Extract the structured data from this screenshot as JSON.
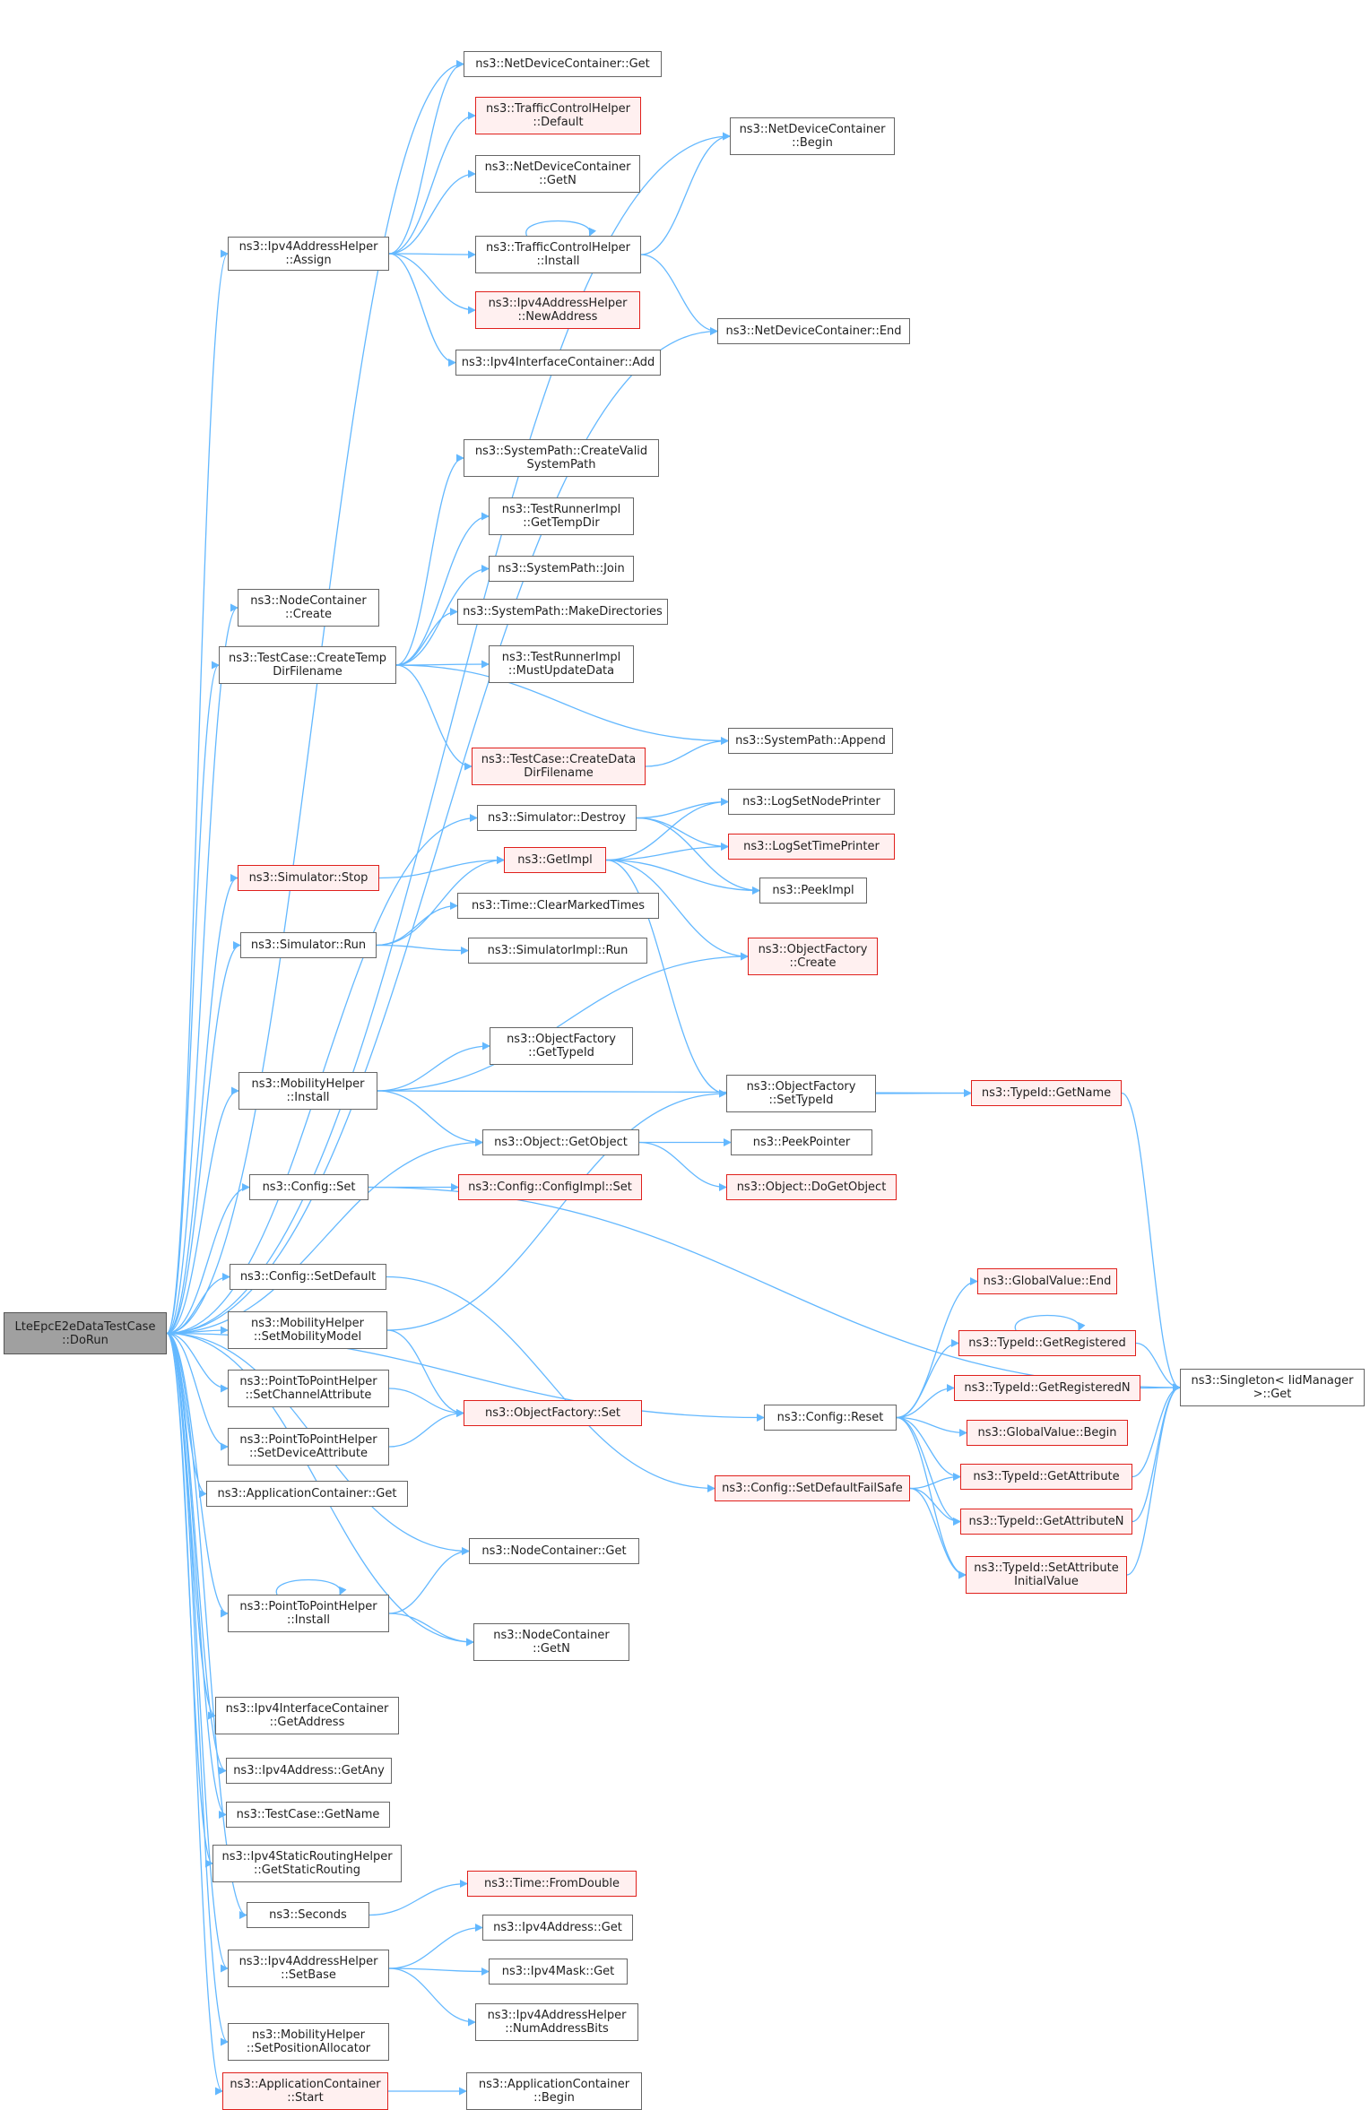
{
  "colors": {
    "edge": "#63b8ff",
    "border": "#666666",
    "red_border": "#e0201c",
    "red_fill": "#fff0f0",
    "root_fill": "#a0a0a0"
  },
  "nodes": [
    {
      "id": "root",
      "label": [
        "LteEpcE2eDataTestCase",
        "::DoRun"
      ],
      "style": "root"
    },
    {
      "id": "ipv4ah_assign",
      "label": [
        "ns3::Ipv4AddressHelper",
        "::Assign"
      ]
    },
    {
      "id": "ndc_get",
      "label": [
        "ns3::NetDeviceContainer::Get"
      ]
    },
    {
      "id": "tch_default",
      "label": [
        "ns3::TrafficControlHelper",
        "::Default"
      ],
      "style": "red"
    },
    {
      "id": "ndc_getn",
      "label": [
        "ns3::NetDeviceContainer",
        "::GetN"
      ]
    },
    {
      "id": "tch_install",
      "label": [
        "ns3::TrafficControlHelper",
        "::Install"
      ]
    },
    {
      "id": "ipv4ah_newaddress",
      "label": [
        "ns3::Ipv4AddressHelper",
        "::NewAddress"
      ],
      "style": "red"
    },
    {
      "id": "ipv4ic_add",
      "label": [
        "ns3::Ipv4InterfaceContainer::Add"
      ]
    },
    {
      "id": "ndc_begin",
      "label": [
        "ns3::NetDeviceContainer",
        "::Begin"
      ]
    },
    {
      "id": "ndc_end",
      "label": [
        "ns3::NetDeviceContainer::End"
      ]
    },
    {
      "id": "nc_create",
      "label": [
        "ns3::NodeContainer",
        "::Create"
      ]
    },
    {
      "id": "tc_createtemp",
      "label": [
        "ns3::TestCase::CreateTemp",
        "DirFilename"
      ]
    },
    {
      "id": "sp_createvalid",
      "label": [
        "ns3::SystemPath::CreateValid",
        "SystemPath"
      ]
    },
    {
      "id": "tri_gettempdir",
      "label": [
        "ns3::TestRunnerImpl",
        "::GetTempDir"
      ]
    },
    {
      "id": "sp_join",
      "label": [
        "ns3::SystemPath::Join"
      ]
    },
    {
      "id": "sp_makedirs",
      "label": [
        "ns3::SystemPath::MakeDirectories"
      ]
    },
    {
      "id": "tri_mustupdate",
      "label": [
        "ns3::TestRunnerImpl",
        "::MustUpdateData"
      ]
    },
    {
      "id": "tc_createdata",
      "label": [
        "ns3::TestCase::CreateData",
        "DirFilename"
      ],
      "style": "red"
    },
    {
      "id": "sp_append",
      "label": [
        "ns3::SystemPath::Append"
      ]
    },
    {
      "id": "sim_destroy",
      "label": [
        "ns3::Simulator::Destroy"
      ]
    },
    {
      "id": "sim_stop",
      "label": [
        "ns3::Simulator::Stop"
      ],
      "style": "red"
    },
    {
      "id": "getimpl",
      "label": [
        "ns3::GetImpl"
      ],
      "style": "red"
    },
    {
      "id": "lognodeprinter",
      "label": [
        "ns3::LogSetNodePrinter"
      ]
    },
    {
      "id": "logtimeprinter",
      "label": [
        "ns3::LogSetTimePrinter"
      ],
      "style": "red"
    },
    {
      "id": "peekimpl",
      "label": [
        "ns3::PeekImpl"
      ]
    },
    {
      "id": "sim_run",
      "label": [
        "ns3::Simulator::Run"
      ]
    },
    {
      "id": "time_clearmarked",
      "label": [
        "ns3::Time::ClearMarkedTimes"
      ]
    },
    {
      "id": "simimpl_run",
      "label": [
        "ns3::SimulatorImpl::Run"
      ]
    },
    {
      "id": "of_create",
      "label": [
        "ns3::ObjectFactory",
        "::Create"
      ],
      "style": "red"
    },
    {
      "id": "mh_install",
      "label": [
        "ns3::MobilityHelper",
        "::Install"
      ]
    },
    {
      "id": "of_gettypeid",
      "label": [
        "ns3::ObjectFactory",
        "::GetTypeId"
      ]
    },
    {
      "id": "of_settypeid",
      "label": [
        "ns3::ObjectFactory",
        "::SetTypeId"
      ]
    },
    {
      "id": "typeid_getname",
      "label": [
        "ns3::TypeId::GetName"
      ],
      "style": "red"
    },
    {
      "id": "obj_getobject",
      "label": [
        "ns3::Object::GetObject"
      ]
    },
    {
      "id": "peekpointer",
      "label": [
        "ns3::PeekPointer"
      ]
    },
    {
      "id": "obj_dogetobject",
      "label": [
        "ns3::Object::DoGetObject"
      ],
      "style": "red"
    },
    {
      "id": "config_set",
      "label": [
        "ns3::Config::Set"
      ]
    },
    {
      "id": "configimpl_set",
      "label": [
        "ns3::Config::ConfigImpl::Set"
      ],
      "style": "red"
    },
    {
      "id": "config_setdefault",
      "label": [
        "ns3::Config::SetDefault"
      ]
    },
    {
      "id": "mh_setmobilitymodel",
      "label": [
        "ns3::MobilityHelper",
        "::SetMobilityModel"
      ]
    },
    {
      "id": "p2p_setchannelattr",
      "label": [
        "ns3::PointToPointHelper",
        "::SetChannelAttribute"
      ]
    },
    {
      "id": "of_set",
      "label": [
        "ns3::ObjectFactory::Set"
      ],
      "style": "red"
    },
    {
      "id": "p2p_setdeviceattr",
      "label": [
        "ns3::PointToPointHelper",
        "::SetDeviceAttribute"
      ]
    },
    {
      "id": "appc_get",
      "label": [
        "ns3::ApplicationContainer::Get"
      ]
    },
    {
      "id": "nc_get",
      "label": [
        "ns3::NodeContainer::Get"
      ]
    },
    {
      "id": "p2p_install",
      "label": [
        "ns3::PointToPointHelper",
        "::Install"
      ]
    },
    {
      "id": "nc_getn",
      "label": [
        "ns3::NodeContainer",
        "::GetN"
      ]
    },
    {
      "id": "ipv4ic_getaddress",
      "label": [
        "ns3::Ipv4InterfaceContainer",
        "::GetAddress"
      ]
    },
    {
      "id": "ipv4addr_getany",
      "label": [
        "ns3::Ipv4Address::GetAny"
      ]
    },
    {
      "id": "tc_getname",
      "label": [
        "ns3::TestCase::GetName"
      ]
    },
    {
      "id": "ipv4srh_getstatic",
      "label": [
        "ns3::Ipv4StaticRoutingHelper",
        "::GetStaticRouting"
      ]
    },
    {
      "id": "seconds",
      "label": [
        "ns3::Seconds"
      ]
    },
    {
      "id": "time_fromdouble",
      "label": [
        "ns3::Time::FromDouble"
      ],
      "style": "red"
    },
    {
      "id": "ipv4ah_setbase",
      "label": [
        "ns3::Ipv4AddressHelper",
        "::SetBase"
      ]
    },
    {
      "id": "ipv4addr_get",
      "label": [
        "ns3::Ipv4Address::Get"
      ]
    },
    {
      "id": "ipv4mask_get",
      "label": [
        "ns3::Ipv4Mask::Get"
      ]
    },
    {
      "id": "ipv4ah_numaddrbits",
      "label": [
        "ns3::Ipv4AddressHelper",
        "::NumAddressBits"
      ]
    },
    {
      "id": "mh_setposalloc",
      "label": [
        "ns3::MobilityHelper",
        "::SetPositionAllocator"
      ]
    },
    {
      "id": "appc_start",
      "label": [
        "ns3::ApplicationContainer",
        "::Start"
      ],
      "style": "red"
    },
    {
      "id": "appc_begin",
      "label": [
        "ns3::ApplicationContainer",
        "::Begin"
      ]
    },
    {
      "id": "config_reset",
      "label": [
        "ns3::Config::Reset"
      ]
    },
    {
      "id": "config_setdefaultfailsafe",
      "label": [
        "ns3::Config::SetDefaultFailSafe"
      ],
      "style": "red"
    },
    {
      "id": "gv_end",
      "label": [
        "ns3::GlobalValue::End"
      ],
      "style": "red"
    },
    {
      "id": "typeid_getregistered",
      "label": [
        "ns3::TypeId::GetRegistered"
      ],
      "style": "red"
    },
    {
      "id": "typeid_getregisteredn",
      "label": [
        "ns3::TypeId::GetRegisteredN"
      ],
      "style": "red"
    },
    {
      "id": "gv_begin",
      "label": [
        "ns3::GlobalValue::Begin"
      ],
      "style": "red"
    },
    {
      "id": "typeid_getattribute",
      "label": [
        "ns3::TypeId::GetAttribute"
      ],
      "style": "red"
    },
    {
      "id": "typeid_getattributen",
      "label": [
        "ns3::TypeId::GetAttributeN"
      ],
      "style": "red"
    },
    {
      "id": "typeid_setattrinit",
      "label": [
        "ns3::TypeId::SetAttribute",
        "InitialValue"
      ],
      "style": "red"
    },
    {
      "id": "singleton_get",
      "label": [
        "ns3::Singleton< IidManager",
        ">::Get"
      ]
    }
  ]
}
